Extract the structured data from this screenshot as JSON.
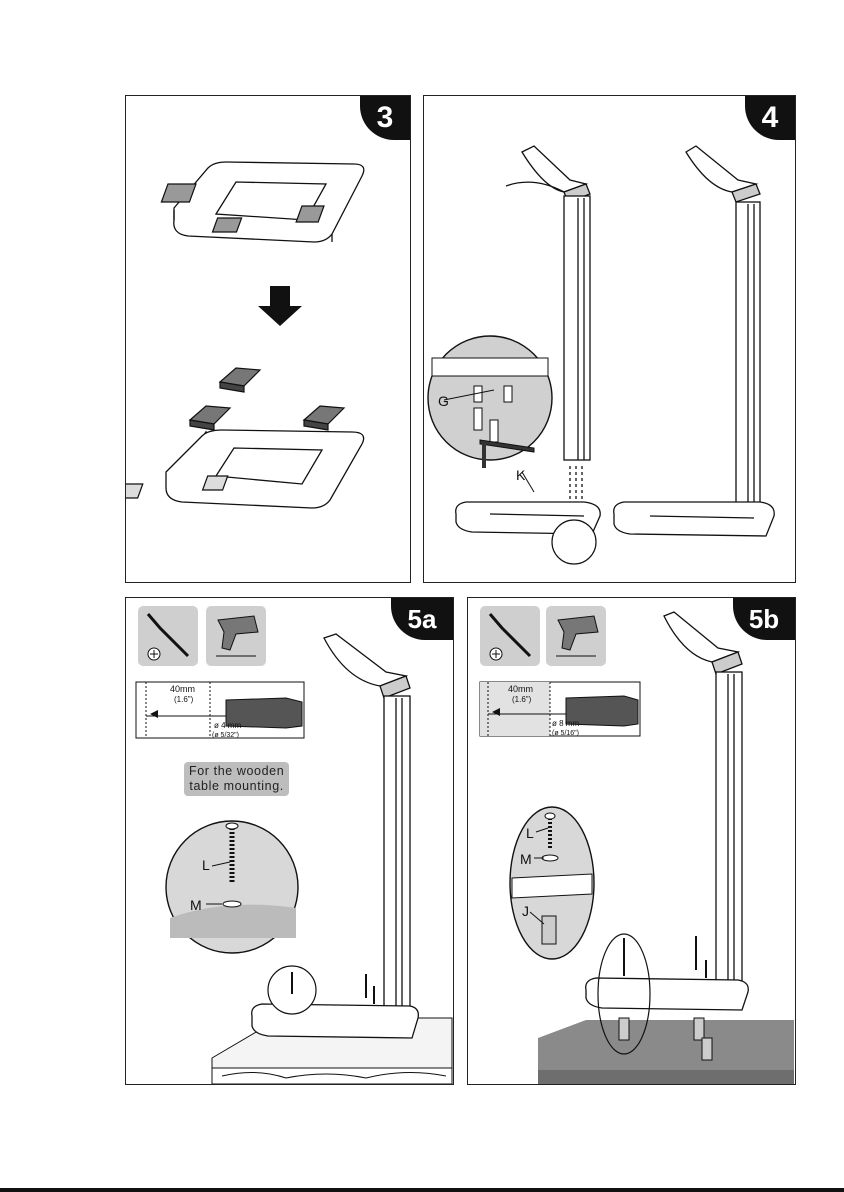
{
  "steps": {
    "s3": {
      "number": "3"
    },
    "s4": {
      "number": "4",
      "label_screw": "G",
      "label_wrench": "K"
    },
    "s5a": {
      "number": "5a",
      "depth": "40mm",
      "depth_in": "(1.6\")",
      "bit": "ø 4 mm",
      "bit_in": "(ø 5/32\")",
      "note_line1": "For the wooden",
      "note_line2": "table mounting.",
      "label_screw": "L",
      "label_washer": "M"
    },
    "s5b": {
      "number": "5b",
      "depth": "40mm",
      "depth_in": "(1.6\")",
      "bit": "ø 8 mm",
      "bit_in": "(ø 5/16\")",
      "label_screw": "L",
      "label_washer": "M",
      "label_anchor": "J"
    }
  },
  "colors": {
    "ink": "#111111",
    "tile": "#cfcfcf",
    "concrete": "#8a8a8a",
    "note_bg": "#bdbdbd"
  }
}
